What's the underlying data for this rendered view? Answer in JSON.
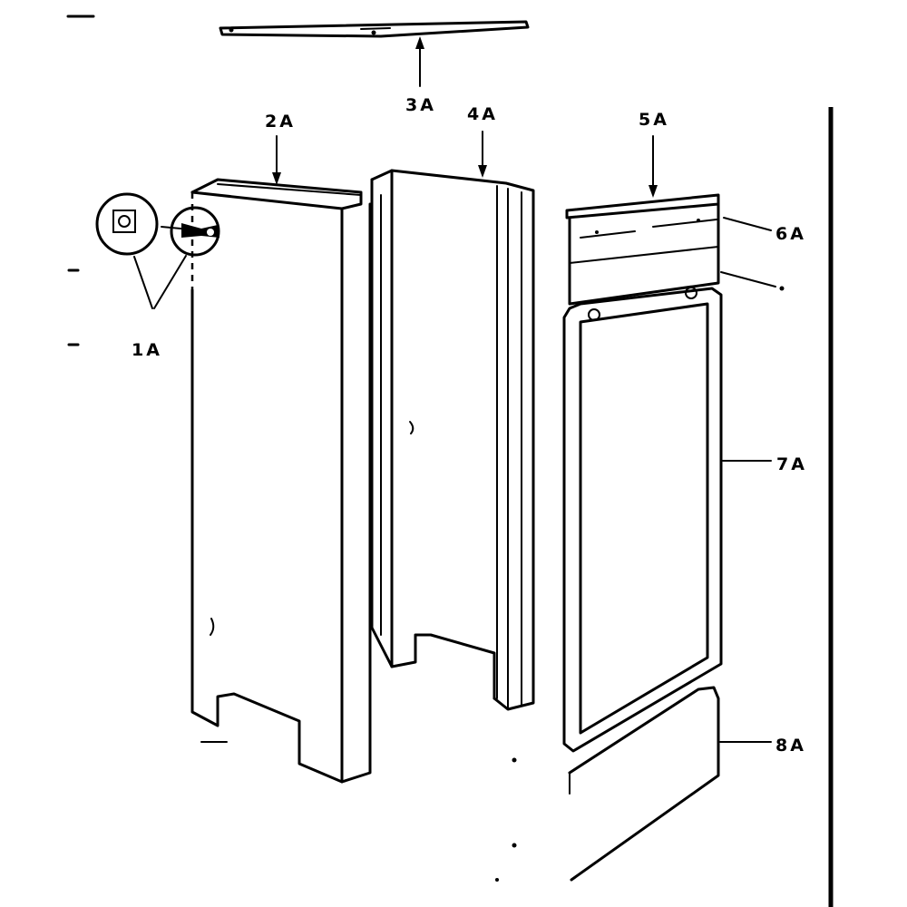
{
  "labels": {
    "p1a": "1A",
    "p2a": "2A",
    "p3a": "3A",
    "p4a": "4A",
    "p5a": "5A",
    "p6a": "6A",
    "p7a": "7A",
    "p8a": "8A"
  }
}
